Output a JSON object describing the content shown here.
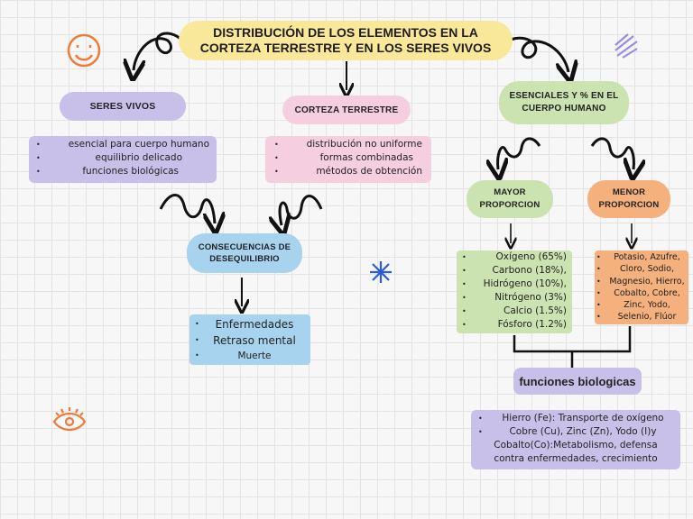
{
  "title": {
    "line1": "DISTRIBUCIÓN DE LOS ELEMENTOS EN LA",
    "line2": "CORTEZA TERRESTRE Y EN LOS SERES VIVOS"
  },
  "seres_vivos": {
    "label": "SERES VIVOS",
    "items": [
      "esencial para cuerpo humano",
      "equilibrio delicado",
      "funciones biológicas"
    ]
  },
  "corteza": {
    "label": "CORTEZA TERRESTRE",
    "items": [
      "distribución no uniforme",
      "formas combinadas",
      "métodos de obtención"
    ]
  },
  "esenciales": {
    "line1": "ESENCIALES Y % EN EL",
    "line2": "CUERPO HUMANO"
  },
  "consecuencias": {
    "line1": "CONSECUENCIAS DE",
    "line2": "DESEQUILIBRIO",
    "items": [
      "Enfermedades",
      "Retraso mental",
      "Muerte"
    ]
  },
  "mayor": {
    "line1": "MAYOR",
    "line2": "PROPORCION",
    "items": [
      "Oxígeno (65%)",
      "Carbono (18%),",
      "Hidrógeno (10%),",
      "Nitrógeno (3%)",
      "Calcio (1.5%)",
      "Fósforo (1.2%)"
    ]
  },
  "menor": {
    "line1": "MENOR",
    "line2": "PROPORCION",
    "items": [
      "Potasio, Azufre,",
      "Cloro, Sodio,",
      "Magnesio, Hierro,",
      "Cobalto, Cobre,",
      "Zinc, Yodo,",
      "Selenio, Flúor"
    ]
  },
  "funciones": {
    "label": "funciones biologicas",
    "items": [
      "Hierro (Fe): Transporte de oxígeno",
      "Cobre (Cu), Zinc (Zn), Yodo (I)y",
      "Cobalto(Co):Metabolismo, defensa",
      "contra enfermedades, crecimiento"
    ]
  },
  "icons": [
    "smiley-icon",
    "scribble-icon",
    "asterisk-icon",
    "eye-icon"
  ],
  "colors": {
    "title": "#f9e89a",
    "purple": "#c9c0ea",
    "pink": "#f5cfe0",
    "green": "#cbe3b0",
    "blue": "#a8d3ef",
    "orange": "#f4b07d",
    "accent_orange": "#f07a3a",
    "accent_blue": "#2c5bd8"
  }
}
